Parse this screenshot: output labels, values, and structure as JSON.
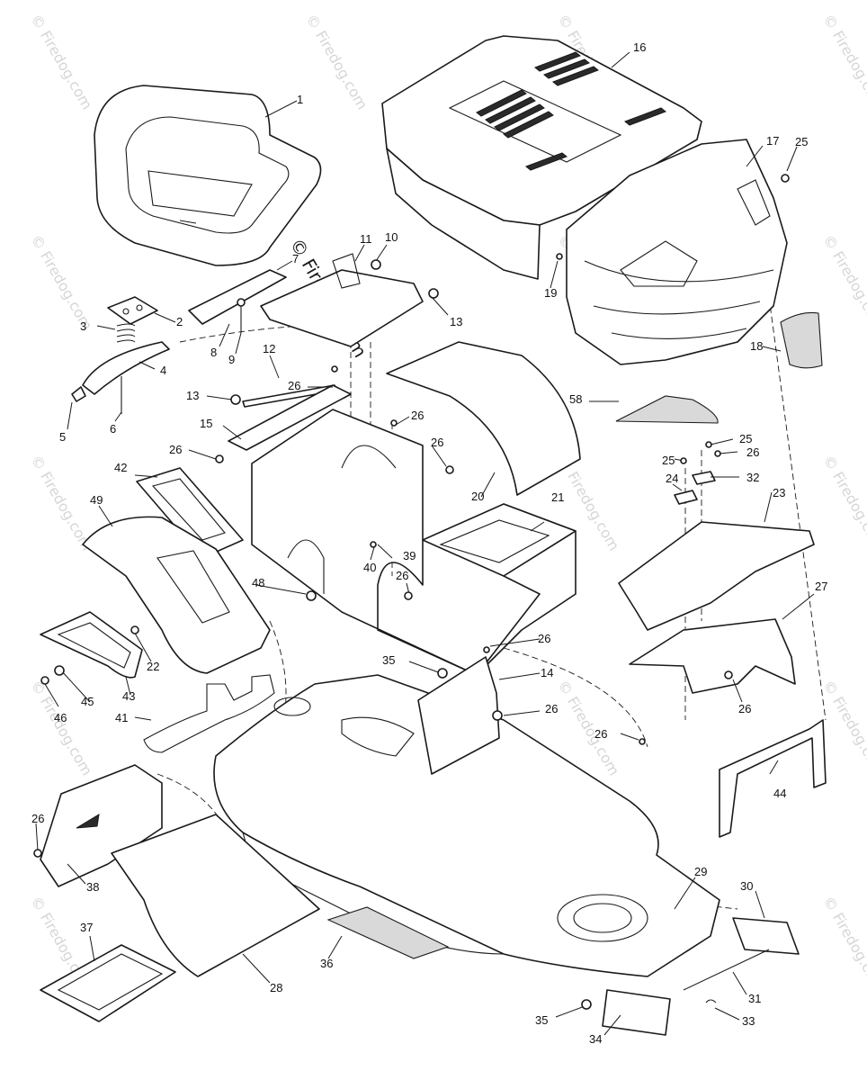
{
  "watermark": {
    "text": "© Firedog.com",
    "center_text": "© Firedog.com"
  },
  "callouts": [
    {
      "id": "c1",
      "label": "1"
    },
    {
      "id": "c2",
      "label": "2"
    },
    {
      "id": "c3",
      "label": "3"
    },
    {
      "id": "c4",
      "label": "4"
    },
    {
      "id": "c5",
      "label": "5"
    },
    {
      "id": "c6",
      "label": "6"
    },
    {
      "id": "c7",
      "label": "7"
    },
    {
      "id": "c8",
      "label": "8"
    },
    {
      "id": "c9",
      "label": "9"
    },
    {
      "id": "c10",
      "label": "10"
    },
    {
      "id": "c11",
      "label": "11"
    },
    {
      "id": "c12",
      "label": "12"
    },
    {
      "id": "c13a",
      "label": "13"
    },
    {
      "id": "c13b",
      "label": "13"
    },
    {
      "id": "c14",
      "label": "14"
    },
    {
      "id": "c15",
      "label": "15"
    },
    {
      "id": "c16",
      "label": "16"
    },
    {
      "id": "c17",
      "label": "17"
    },
    {
      "id": "c18",
      "label": "18"
    },
    {
      "id": "c19",
      "label": "19"
    },
    {
      "id": "c20",
      "label": "20"
    },
    {
      "id": "c21",
      "label": "21"
    },
    {
      "id": "c22",
      "label": "22"
    },
    {
      "id": "c23",
      "label": "23"
    },
    {
      "id": "c24",
      "label": "24"
    },
    {
      "id": "c25a",
      "label": "25"
    },
    {
      "id": "c25b",
      "label": "25"
    },
    {
      "id": "c25c",
      "label": "25"
    },
    {
      "id": "c26a",
      "label": "26"
    },
    {
      "id": "c26b",
      "label": "26"
    },
    {
      "id": "c26c",
      "label": "26"
    },
    {
      "id": "c26d",
      "label": "26"
    },
    {
      "id": "c26e",
      "label": "26"
    },
    {
      "id": "c26f",
      "label": "26"
    },
    {
      "id": "c26g",
      "label": "26"
    },
    {
      "id": "c26h",
      "label": "26"
    },
    {
      "id": "c26i",
      "label": "26"
    },
    {
      "id": "c26j",
      "label": "26"
    },
    {
      "id": "c26k",
      "label": "26"
    },
    {
      "id": "c27",
      "label": "27"
    },
    {
      "id": "c28",
      "label": "28"
    },
    {
      "id": "c29",
      "label": "29"
    },
    {
      "id": "c30",
      "label": "30"
    },
    {
      "id": "c31",
      "label": "31"
    },
    {
      "id": "c32",
      "label": "32"
    },
    {
      "id": "c33",
      "label": "33"
    },
    {
      "id": "c34",
      "label": "34"
    },
    {
      "id": "c35a",
      "label": "35"
    },
    {
      "id": "c35b",
      "label": "35"
    },
    {
      "id": "c36",
      "label": "36"
    },
    {
      "id": "c37",
      "label": "37"
    },
    {
      "id": "c38",
      "label": "38"
    },
    {
      "id": "c39",
      "label": "39"
    },
    {
      "id": "c40",
      "label": "40"
    },
    {
      "id": "c41",
      "label": "41"
    },
    {
      "id": "c42",
      "label": "42"
    },
    {
      "id": "c43",
      "label": "43"
    },
    {
      "id": "c44",
      "label": "44"
    },
    {
      "id": "c45",
      "label": "45"
    },
    {
      "id": "c46",
      "label": "46"
    },
    {
      "id": "c48",
      "label": "48"
    },
    {
      "id": "c49",
      "label": "49"
    },
    {
      "id": "c58",
      "label": "58"
    }
  ]
}
